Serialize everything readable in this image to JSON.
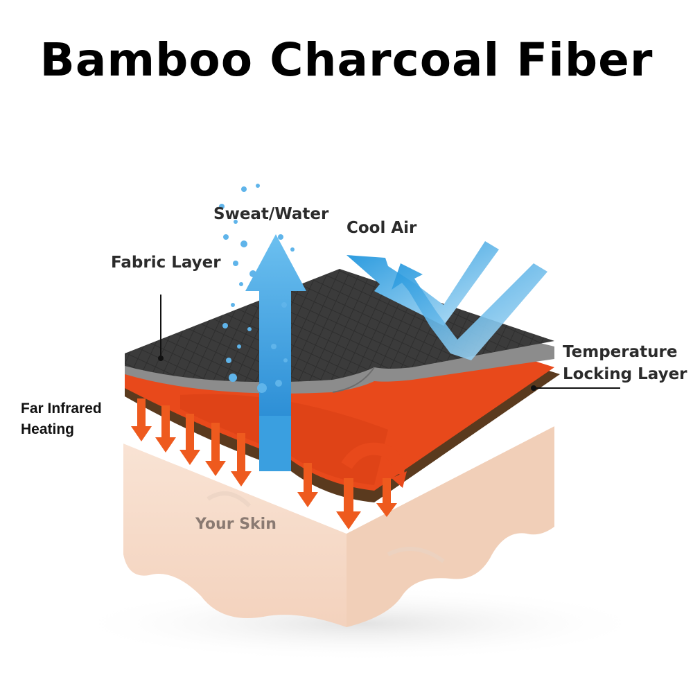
{
  "title": "Bamboo Charcoal Fiber",
  "labels": {
    "sweat": "Sweat/Water",
    "cool_air": "Cool Air",
    "fabric_layer": "Fabric Layer",
    "temperature_line1": "Temperature",
    "temperature_line2": "Locking Layer",
    "far_line1": "Far Infrared",
    "far_line2": "Heating",
    "skin": "Your Skin"
  },
  "colors": {
    "fabric": "#3a3a3a",
    "fabric_edge": "#8c8c8c",
    "heat": "#e8491b",
    "heat_edge": "#5a3a1e",
    "skin": "#f6dccb",
    "skin_top": "#ffffff",
    "sweat_arrow": "#3a9fe0",
    "cool_air": "#2ea3e6",
    "heat_arrow": "#ee5a1e"
  }
}
